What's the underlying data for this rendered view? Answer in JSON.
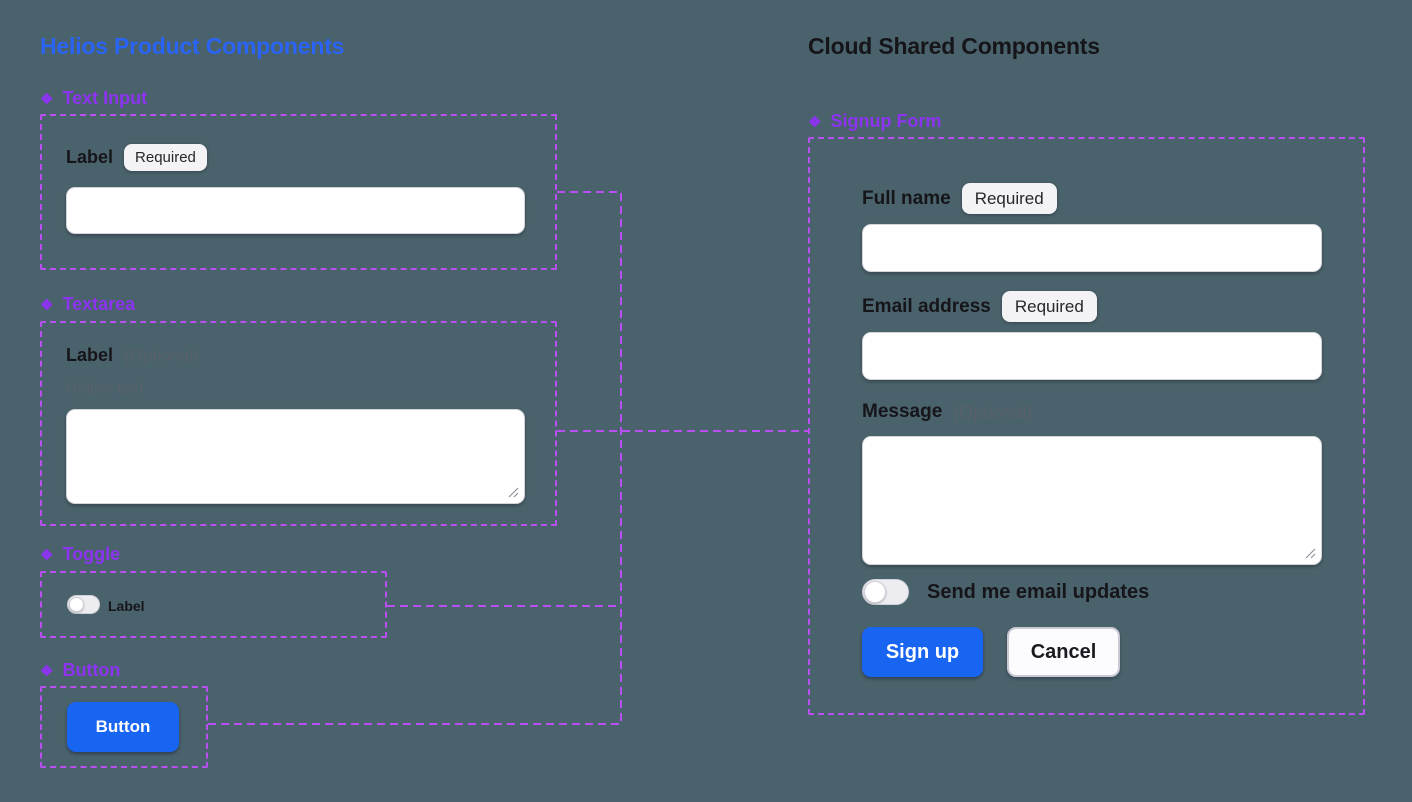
{
  "colors": {
    "background": "#4a626b",
    "helios_title_blue": "#2a64f6",
    "cloud_title_dark": "#15151a",
    "component_label_purple": "#8d33f2",
    "outline_purple": "#b94ef2",
    "primary_button_blue": "#1865f2"
  },
  "icons": {
    "component_icon": "❖"
  },
  "left_panel": {
    "title": "Helios Product Components",
    "sections": {
      "text_input": {
        "name": "Text Input",
        "field_label": "Label",
        "badge": "Required",
        "value": ""
      },
      "textarea": {
        "name": "Textarea",
        "field_label": "Label",
        "optional": "(Optional)",
        "helper": "Helper text",
        "value": ""
      },
      "toggle": {
        "name": "Toggle",
        "toggle_label": "Label"
      },
      "button": {
        "name": "Button",
        "button_label": "Button"
      }
    }
  },
  "right_panel": {
    "title": "Cloud Shared Components",
    "section_name": "Signup Form",
    "form": {
      "full_name": {
        "label": "Full name",
        "badge": "Required",
        "value": ""
      },
      "email": {
        "label": "Email address",
        "badge": "Required",
        "value": ""
      },
      "message": {
        "label": "Message",
        "optional": "(Optional)",
        "value": ""
      },
      "updates_toggle": {
        "label": "Send me email updates"
      },
      "submit_label": "Sign up",
      "cancel_label": "Cancel"
    }
  }
}
